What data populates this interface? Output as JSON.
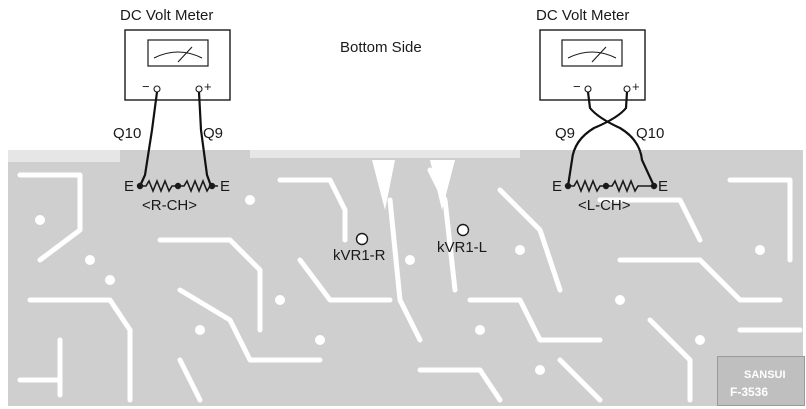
{
  "page": {
    "caption": "Bottom Side"
  },
  "meters": [
    {
      "title": "DC Volt Meter",
      "minus": "−",
      "plus": "+"
    },
    {
      "title": "DC Volt Meter",
      "minus": "−",
      "plus": "+"
    }
  ],
  "right_channel": {
    "left_lead": "Q10",
    "right_lead": "Q9",
    "emitter_left": "E",
    "emitter_right": "E",
    "channel": "<R-CH>"
  },
  "left_channel": {
    "left_lead": "Q9",
    "right_lead": "Q10",
    "emitter_left": "E",
    "emitter_right": "E",
    "channel": "<L-CH>"
  },
  "pots": [
    {
      "label": "kVR1-R"
    },
    {
      "label": "kVR1-L"
    }
  ],
  "board": {
    "brand": "SANSUI",
    "code": "F-3536"
  },
  "colors": {
    "board": "#cfcfcf",
    "trace": "#ffffff",
    "ink": "#1a1a1a"
  }
}
